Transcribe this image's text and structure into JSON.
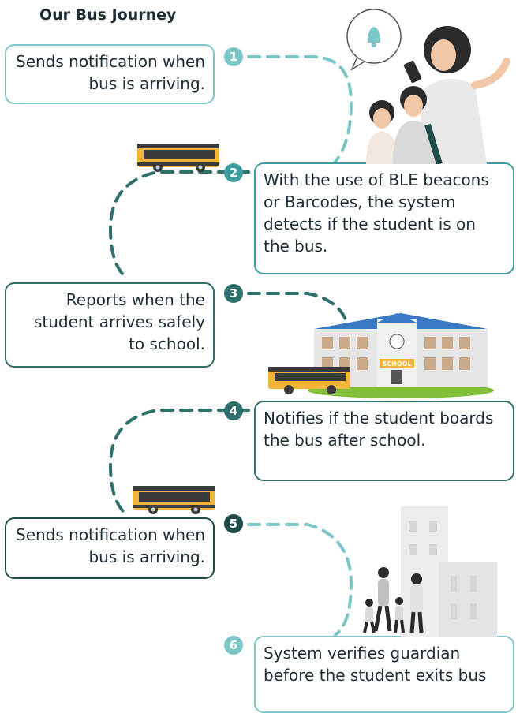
{
  "title": "Our Bus Journey",
  "steps": [
    {
      "number": "1",
      "text": "Sends notification when bus is arriving.",
      "color": "#7cc6c8"
    },
    {
      "number": "2",
      "text": "With the use of BLE beacons or Barcodes, the system detects if the student is on the bus.",
      "color": "#3d9c9d"
    },
    {
      "number": "3",
      "text": "Reports when the student arrives safely to school.",
      "color": "#2f6f6c"
    },
    {
      "number": "4",
      "text": "Notifies if the student boards the bus after school.",
      "color": "#2f6f6c"
    },
    {
      "number": "5",
      "text": "Sends notification when bus is arriving.",
      "color": "#1f4b48"
    },
    {
      "number": "6",
      "text": "System verifies guardian before the student exits bus",
      "color": "#7cc6c8"
    }
  ],
  "school_sign": "SCHOOL"
}
